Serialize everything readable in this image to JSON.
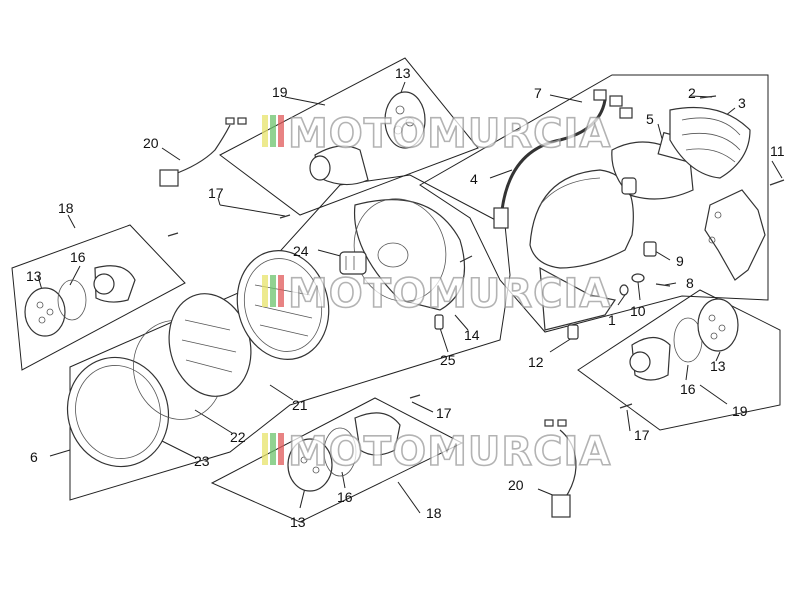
{
  "watermark": {
    "text": "MOTOMURCIA",
    "stripe_colors": [
      "#e8e46a",
      "#6dc36d",
      "#e15a5a"
    ]
  },
  "callouts": {
    "c1": "1",
    "c2": "2",
    "c3": "3",
    "c4": "4",
    "c5": "5",
    "c6": "6",
    "c7": "7",
    "c8": "8",
    "c9": "9",
    "c10": "10",
    "c11": "11",
    "c12": "12",
    "c13_top": "13",
    "c13_left": "13",
    "c13_right": "13",
    "c13_bottom": "13",
    "c14": "14",
    "c16_left": "16",
    "c16_right": "16",
    "c16_bottom": "16",
    "c17_top": "17",
    "c17_right": "17",
    "c17_bottom": "17",
    "c18_left": "18",
    "c18_bottom": "18",
    "c19_top": "19",
    "c19_right": "19",
    "c20_top": "20",
    "c20_bottom": "20",
    "c21": "21",
    "c22": "22",
    "c23": "23",
    "c24": "24",
    "c25": "25"
  }
}
